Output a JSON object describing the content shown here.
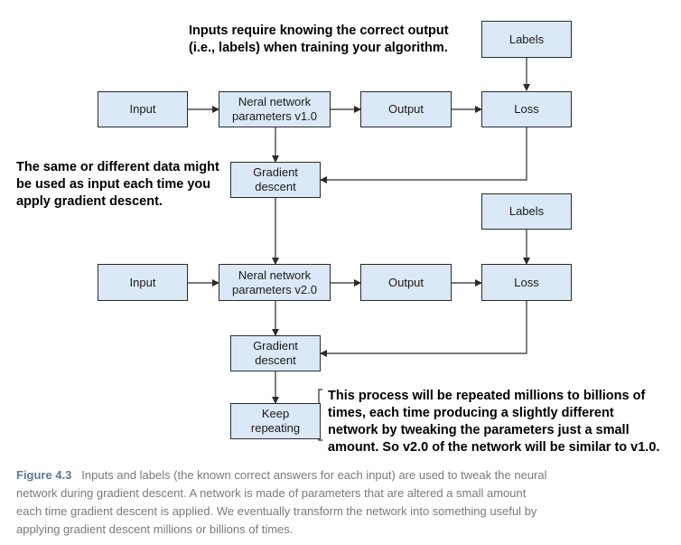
{
  "diagram": {
    "nodes": {
      "input1": "Input",
      "nn1": [
        "Neral network",
        "parameters v1.0"
      ],
      "output1": "Output",
      "loss1": "Loss",
      "labels1": "Labels",
      "gd1": [
        "Gradient",
        "descent"
      ],
      "input2": "Input",
      "nn2": [
        "Neral network",
        "parameters v2.0"
      ],
      "output2": "Output",
      "loss2": "Loss",
      "labels2": "Labels",
      "gd2": [
        "Gradient",
        "descent"
      ],
      "keep": [
        "Keep",
        "repeating"
      ]
    },
    "notes": {
      "top": [
        "Inputs require knowing the correct output",
        "(i.e., labels) when training your algorithm."
      ],
      "left": [
        "The same or different data might",
        "be used as input each time you",
        "apply gradient descent."
      ],
      "bottom": [
        "This process will be repeated millions to billions of",
        "times, each time producing a slightly different",
        "network by tweaking the parameters just a small",
        "amount. So v2.0 of the network will be similar to v1.0."
      ]
    },
    "colors": {
      "box_fill": "#dbe9f6",
      "stroke": "#2b2b2b",
      "caption_lead": "#5a7a95",
      "caption_text": "#7a7a7a"
    }
  },
  "caption": {
    "label": "Figure 4.3",
    "lines": [
      "Inputs and labels (the known correct answers for each input) are used to tweak the neural",
      "network during gradient descent. A network is made of parameters that are altered a small amount",
      "each time gradient descent is applied. We eventually transform the network into something useful by",
      "applying gradient descent millions or billions of times."
    ]
  }
}
